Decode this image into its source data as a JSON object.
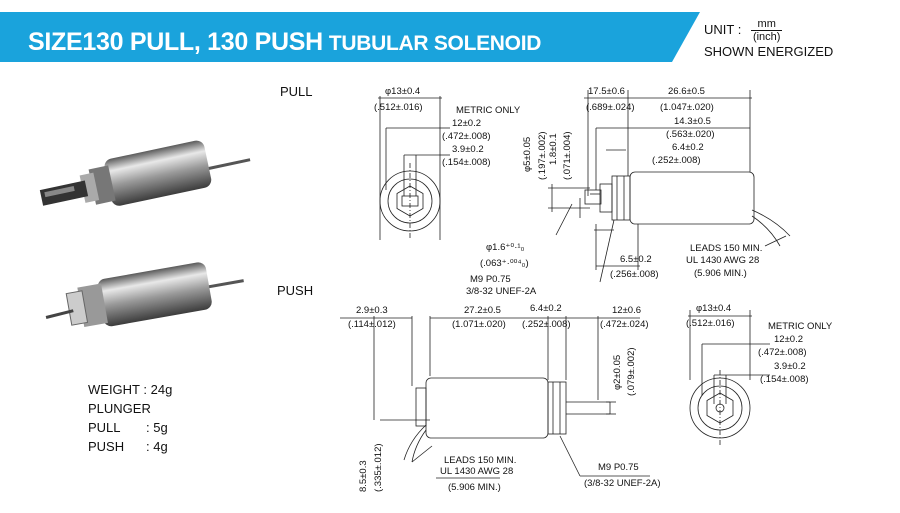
{
  "header": {
    "title": "SIZE130 PULL, 130 PUSH",
    "subtitle": "TUBULAR SOLENOID",
    "unit_label": "UNIT :",
    "unit_num": "mm",
    "unit_den": "(inch)",
    "energized": "SHOWN ENERGIZED",
    "banner_color": "#1aa3dc"
  },
  "sections": {
    "pull": "PULL",
    "push": "PUSH"
  },
  "specs": {
    "weight_label": "WEIGHT :",
    "weight_value": "24g",
    "plunger_label": "PLUNGER",
    "pull_label": "PULL",
    "pull_value": ":   5g",
    "push_label": "PUSH",
    "push_value": ":   4g"
  },
  "pull_end": {
    "dia": "φ13±0.4",
    "dia_in": "(.512±.016)",
    "metric": "METRIC ONLY",
    "d1": "12±0.2",
    "d1_in": "(.472±.008)",
    "d2": "3.9±0.2",
    "d2_in": "(.154±.008)"
  },
  "pull_side": {
    "d175": "17.5±0.6",
    "d175_in": "(.689±.024)",
    "d266": "26.6±0.5",
    "d266_in": "(1.047±.020)",
    "d143": "14.3±0.5",
    "d143_in": "(.563±.020)",
    "d64": "6.4±0.2",
    "d64_in": "(.252±.008)",
    "phi5": "φ5±0.05",
    "phi5_in": "(.197±.002)",
    "d18": "1.8±0.1",
    "d18_in": "(.071±.004)",
    "phi16": "φ1.6⁺⁰·¹₀",
    "phi16_in": "(.063⁺·⁰⁰⁴₀)",
    "m9": "M9 P0.75",
    "unef": "3/8-32 UNEF-2A",
    "d65": "6.5±0.2",
    "d65_in": "(.256±.008)",
    "leads1": "LEADS 150 MIN.",
    "leads2": "UL 1430 AWG 28",
    "leads3": "(5.906 MIN.)"
  },
  "push_side": {
    "d29": "2.9±0.3",
    "d29_in": "(.114±.012)",
    "d272": "27.2±0.5",
    "d272_in": "(1.071±.020)",
    "d64": "6.4±0.2",
    "d64_in": "(.252±.008)",
    "d12": "12±0.6",
    "d12_in": "(.472±.024)",
    "phi2": "φ2±0.05",
    "phi2_in": "(.079±.002)",
    "d85": "8.5±0.3",
    "d85_in": "(.335±.012)",
    "leads1": "LEADS 150 MIN.",
    "leads2": "UL 1430 AWG 28",
    "leads3": "(5.906 MIN.)",
    "m9": "M9 P0.75",
    "unef": "(3/8-32 UNEF-2A)"
  },
  "push_end": {
    "dia": "φ13±0.4",
    "dia_in": "(.512±.016)",
    "metric": "METRIC ONLY",
    "d1": "12±0.2",
    "d1_in": "(.472±.008)",
    "d2": "3.9±0.2",
    "d2_in": "(.154±.008)"
  }
}
